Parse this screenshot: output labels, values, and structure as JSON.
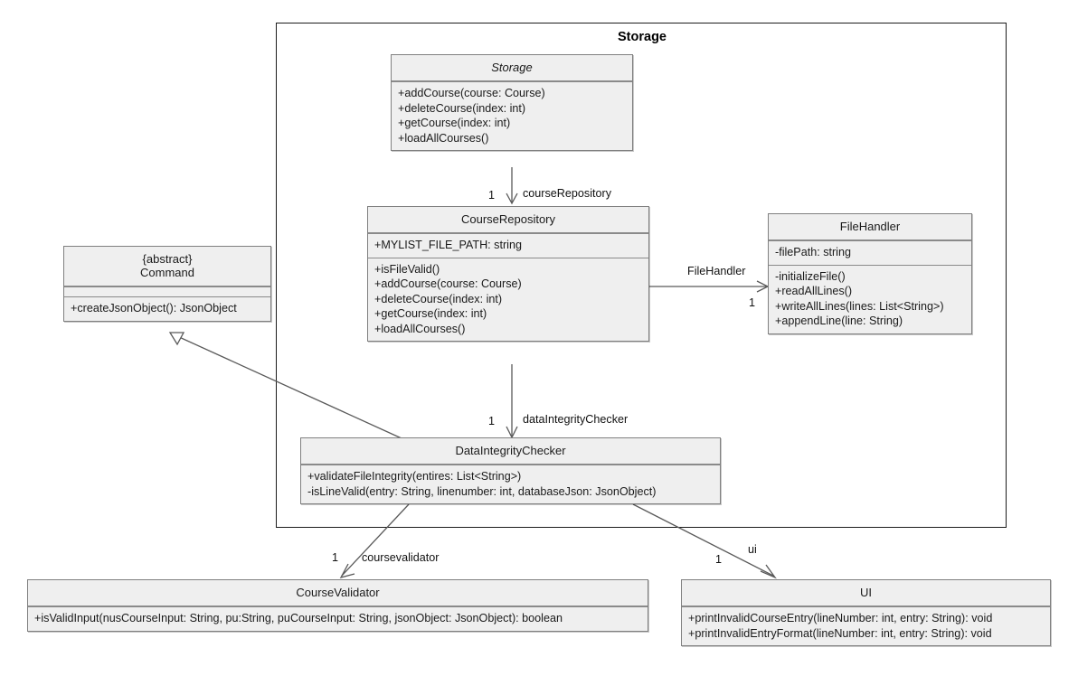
{
  "diagram": {
    "type": "uml-class-diagram",
    "package": {
      "name": "Storage"
    },
    "classes": [
      {
        "id": "storage",
        "name": "Storage",
        "stereotype": "",
        "italic": true,
        "attributes": [],
        "operations": [
          "+addCourse(course: Course)",
          "+deleteCourse(index: int)",
          "+getCourse(index: int)",
          "+loadAllCourses()"
        ]
      },
      {
        "id": "course-repository",
        "name": "CourseRepository",
        "stereotype": "",
        "italic": false,
        "attributes": [
          "+MYLIST_FILE_PATH: string"
        ],
        "operations": [
          "+isFileValid()",
          "+addCourse(course: Course)",
          "+deleteCourse(index: int)",
          "+getCourse(index: int)",
          "+loadAllCourses()"
        ]
      },
      {
        "id": "file-handler",
        "name": "FileHandler",
        "stereotype": "",
        "italic": false,
        "attributes": [
          "-filePath: string"
        ],
        "operations": [
          "-initializeFile()",
          "+readAllLines()",
          "+writeAllLines(lines: List<String>)",
          "+appendLine(line: String)"
        ]
      },
      {
        "id": "command",
        "name": "{abstract}\nCommand",
        "stereotype": "{abstract}",
        "italic": false,
        "attributes": [],
        "operations": [
          "+createJsonObject(): JsonObject"
        ]
      },
      {
        "id": "data-integrity-checker",
        "name": "DataIntegrityChecker",
        "stereotype": "",
        "italic": false,
        "attributes": [],
        "operations": [
          "+validateFileIntegrity(entires: List<String>)",
          "-isLineValid(entry: String, linenumber: int, databaseJson: JsonObject)"
        ]
      },
      {
        "id": "course-validator",
        "name": "CourseValidator",
        "stereotype": "",
        "italic": false,
        "attributes": [],
        "operations": [
          "+isValidInput(nusCourseInput: String, pu:String, puCourseInput: String, jsonObject: JsonObject): boolean"
        ]
      },
      {
        "id": "ui",
        "name": "UI",
        "stereotype": "",
        "italic": false,
        "attributes": [],
        "operations": [
          "+printInvalidCourseEntry(lineNumber: int, entry: String): void",
          "+printInvalidEntryFormat(lineNumber: int, entry: String): void"
        ]
      }
    ],
    "associations": [
      {
        "id": "storage-to-courserepository",
        "from": "storage",
        "to": "course-repository",
        "role": "courseRepository",
        "multiplicity": "1",
        "kind": "directed-association"
      },
      {
        "id": "courserepository-to-filehandler",
        "from": "course-repository",
        "to": "file-handler",
        "role": "FileHandler",
        "multiplicity": "1",
        "kind": "directed-association"
      },
      {
        "id": "courserepository-to-dataintegritychecker",
        "from": "course-repository",
        "to": "data-integrity-checker",
        "role": "dataIntegrityChecker",
        "multiplicity": "1",
        "kind": "directed-association"
      },
      {
        "id": "dataintegritychecker-to-coursevalidator",
        "from": "data-integrity-checker",
        "to": "course-validator",
        "role": "coursevalidator",
        "multiplicity": "1",
        "kind": "directed-association"
      },
      {
        "id": "dataintegritychecker-to-ui",
        "from": "data-integrity-checker",
        "to": "ui",
        "role": "ui",
        "multiplicity": "1",
        "kind": "directed-association"
      },
      {
        "id": "dataintegritychecker-to-command",
        "from": "data-integrity-checker",
        "to": "command",
        "role": "",
        "multiplicity": "",
        "kind": "generalization"
      }
    ],
    "colors": {
      "class_fill": "#efefef",
      "class_border": "#808080",
      "package_border": "#1c1c1c",
      "connector": "#595959",
      "text": "#1a1a1a",
      "background": "#ffffff"
    }
  }
}
